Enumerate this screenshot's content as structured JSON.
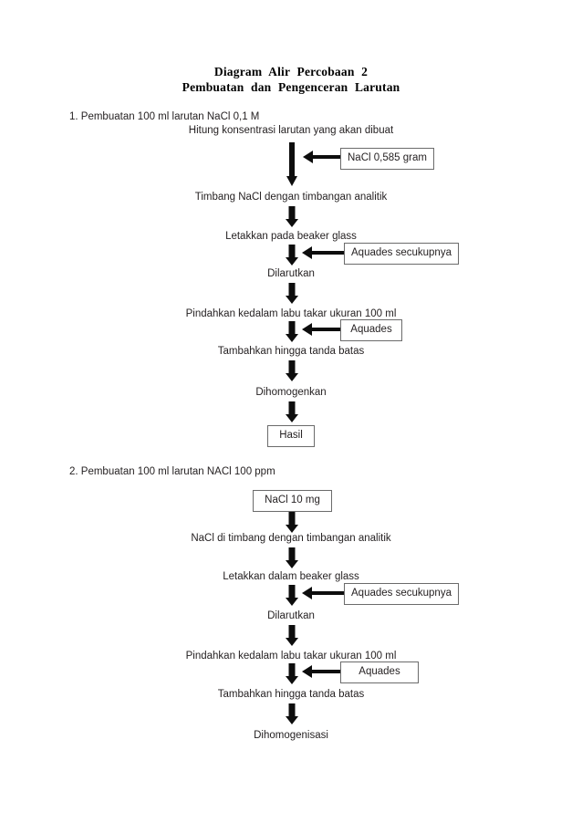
{
  "document": {
    "title_line_1": "Diagram Alir Percobaan 2",
    "title_line_2": "Pembuatan  dan  Pengenceran Larutan"
  },
  "section_1": {
    "heading": "1. Pembuatan 100 ml larutan NaCl 0,1 M",
    "steps": [
      {
        "label": "Hitung konsentrasi larutan yang akan dibuat"
      },
      {
        "label": "Timbang NaCl dengan timbangan analitik"
      },
      {
        "label": "Letakkan pada beaker glass"
      },
      {
        "label": "Dilarutkan"
      },
      {
        "label": "Pindahkan kedalam labu takar ukuran 100 ml"
      },
      {
        "label": "Tambahkan hingga tanda batas"
      },
      {
        "label": "Dihomogenkan"
      }
    ],
    "result_box": "Hasil",
    "side_inputs": [
      {
        "label": "NaCl 0,585 gram"
      },
      {
        "label": "Aquades secukupnya"
      },
      {
        "label": "Aquades"
      }
    ]
  },
  "section_2": {
    "heading": "2. Pembuatan 100 ml larutan NACl 100 ppm",
    "start_box": "NaCl 10 mg",
    "steps": [
      {
        "label": "NaCl di timbang dengan timbangan analitik"
      },
      {
        "label": "Letakkan dalam beaker glass"
      },
      {
        "label": "Dilarutkan"
      },
      {
        "label": "Pindahkan kedalam labu takar ukuran 100 ml"
      },
      {
        "label": "Tambahkan hingga tanda batas"
      },
      {
        "label": "Dihomogenisasi"
      }
    ],
    "side_inputs": [
      {
        "label": "Aquades secukupnya"
      },
      {
        "label": "Aquades"
      }
    ]
  },
  "colors": {
    "arrow": "#0d0d0d",
    "box_border": "#6b6b6b",
    "text": "#231f20",
    "background": "#ffffff"
  }
}
